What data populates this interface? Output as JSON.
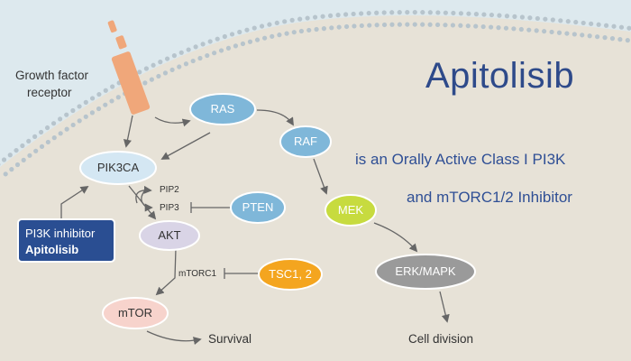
{
  "title": "Apitolisib",
  "subtitle_line1": "is an Orally Active Class I PI3K",
  "subtitle_line2": "and mTORC1/2 Inhibitor",
  "receptor_label_line1": "Growth factor",
  "receptor_label_line2": "receptor",
  "nodes": {
    "ras": "RAS",
    "raf": "RAF",
    "mek": "MEK",
    "erk": "ERK/MAPK",
    "pik3ca": "PIK3CA",
    "pten": "PTEN",
    "akt": "AKT",
    "tsc": "TSC1, 2",
    "mtor": "mTOR"
  },
  "small_labels": {
    "pip2": "PIP2",
    "pip3": "PIP3",
    "mtorc1": "mTORC1"
  },
  "outputs": {
    "survival": "Survival",
    "cell_division": "Cell division"
  },
  "inhibitor_box": {
    "line1": "PI3K inhibitor",
    "line2": "Apitolisib"
  },
  "colors": {
    "background_outside": "#dde9ee",
    "cell_interior": "#e7e2d7",
    "membrane_dots": "#b7c4cc",
    "title": "#2e4a8a",
    "inhibitor_box": "#2a4e92",
    "blue_node": "#7fb7d9",
    "pale_blue_node": "#d4e7f3",
    "green_node": "#c7db3f",
    "grey_node": "#9a9a9a",
    "lavender_node": "#d9d4e6",
    "orange_node": "#f4a51f",
    "pink_node": "#f7d3cc",
    "receptor": "#f0a77a"
  }
}
